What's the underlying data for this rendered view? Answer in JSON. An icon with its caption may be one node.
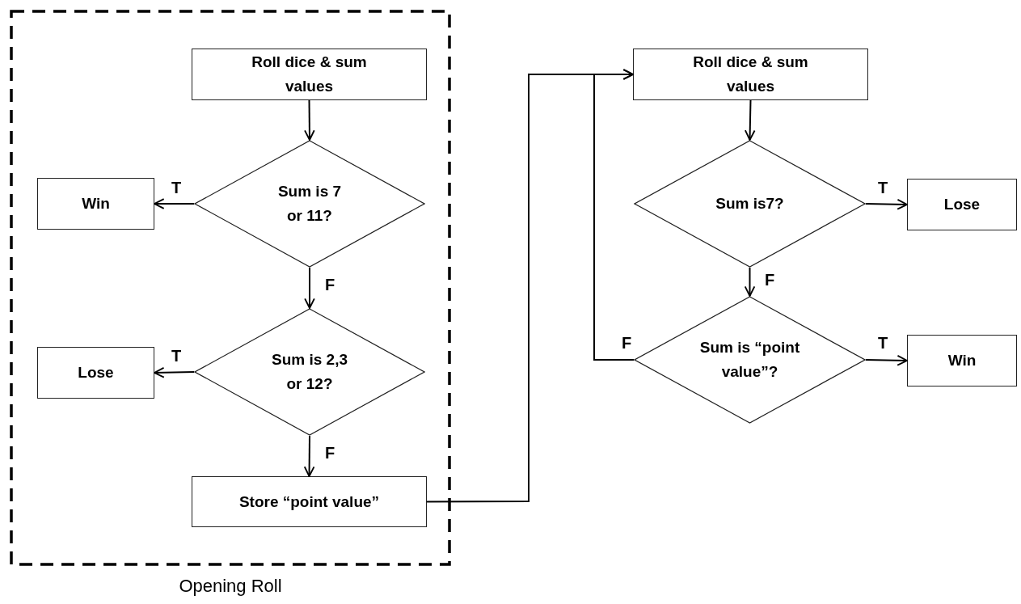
{
  "diagram": {
    "nodes": [
      {
        "text": [
          "Opening Roll"
        ]
      },
      {
        "text": [
          "Roll dice & sum values"
        ],
        "in": 0
      },
      {
        "text": [
          "Sum is 7 or 11?"
        ],
        "in": 0
      },
      {
        "text": [
          "Win"
        ],
        "in": 0
      },
      {
        "text": [
          "Sum is 2,3 or 12?"
        ],
        "in": 0
      },
      {
        "text": [
          "Lose"
        ],
        "in": 0
      },
      {
        "text": [
          "Store “point value”"
        ],
        "in": 0
      },
      {
        "text": [
          "Roll dice & sum values"
        ]
      },
      {
        "text": [
          "Sum is7?"
        ]
      },
      {
        "text": [
          "Lose"
        ]
      },
      {
        "text": [
          "Sum is “point value”?"
        ]
      },
      {
        "text": [
          "Win"
        ]
      }
    ],
    "edges": [
      {
        "from": 1,
        "to": 2,
        "arrow": "to"
      },
      {
        "from": 2,
        "to": 3,
        "arrow": "to",
        "label": "T"
      },
      {
        "from": 2,
        "to": 4,
        "arrow": "to",
        "label": "F"
      },
      {
        "from": 4,
        "to": 5,
        "arrow": "to",
        "label": "T"
      },
      {
        "from": 4,
        "to": 6,
        "arrow": "to",
        "label": "F"
      },
      {
        "from": 6,
        "to": 7,
        "arrow": "to"
      },
      {
        "from": 7,
        "to": 8,
        "arrow": "to"
      },
      {
        "from": 8,
        "to": 9,
        "arrow": "to",
        "label": "T"
      },
      {
        "from": 8,
        "to": 10,
        "arrow": "to",
        "label": "F"
      },
      {
        "from": 10,
        "to": 7,
        "arrow": "to",
        "label": "F"
      },
      {
        "from": 10,
        "to": 11,
        "arrow": "to",
        "label": "T"
      }
    ]
  }
}
